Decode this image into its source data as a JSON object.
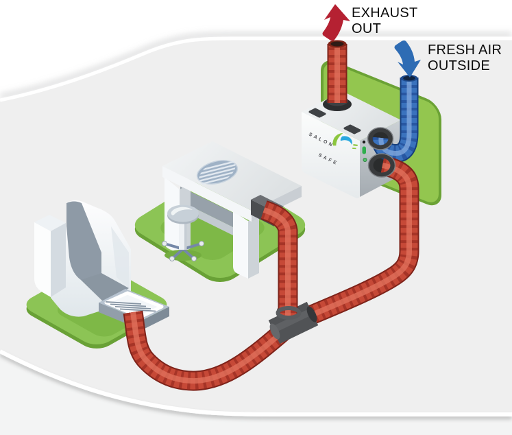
{
  "diagram": {
    "type": "isometric-illustration",
    "subject": "Salon source-capture ventilation system with pedicure chair, manicure table and wall-mounted ventilation unit connected by ducts"
  },
  "labels": {
    "exhaust": {
      "line1": "EXHAUST",
      "line2": "OUT"
    },
    "fresh_air": {
      "line1": "FRESH AIR",
      "line2": "OUTSIDE"
    }
  },
  "unit": {
    "brand_line1": "SALON",
    "brand_line2": "SAFE"
  },
  "arrows": {
    "exhaust": {
      "direction": "up",
      "color": "#b52132"
    },
    "fresh_air": {
      "direction": "down",
      "color": "#2e6cb4"
    }
  },
  "colors": {
    "background_white": "#ffffff",
    "background_gray": "#efefef",
    "duct_red": "#c64937",
    "duct_red_dark": "#8c2a1e",
    "duct_blue": "#3a72bd",
    "duct_blue_dark": "#1f4a8f",
    "mat_green": "#8cc455",
    "mat_green_edge": "#6da337",
    "panel_green": "#93c64f",
    "fitting_gray": "#515356",
    "unit_face_light": "#f0f2f3",
    "logo_blue": "#29a8df",
    "logo_green": "#8cc63f"
  },
  "components": [
    {
      "name": "pedicure-chair"
    },
    {
      "name": "chair-footrest-capture-vent"
    },
    {
      "name": "manicure-table"
    },
    {
      "name": "table-vent-grille"
    },
    {
      "name": "stool"
    },
    {
      "name": "floor-mat-chair"
    },
    {
      "name": "floor-mat-table"
    },
    {
      "name": "wall-panel"
    },
    {
      "name": "ventilation-unit"
    },
    {
      "name": "t-junction"
    },
    {
      "name": "exhaust-duct"
    },
    {
      "name": "fresh-air-duct"
    },
    {
      "name": "chair-suction-duct"
    },
    {
      "name": "table-suction-duct"
    },
    {
      "name": "return-duct-to-unit"
    }
  ]
}
